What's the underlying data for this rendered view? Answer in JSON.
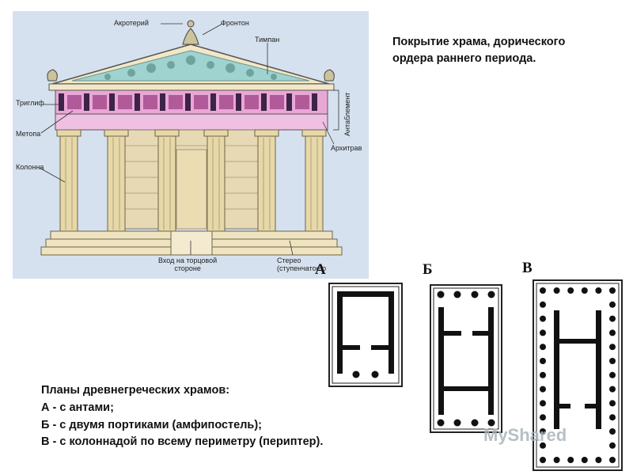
{
  "title": {
    "line1": "Покрытие храма, дорического",
    "line2": "ордера раннего периода."
  },
  "temple_labels": {
    "akroterion": "Акротерий",
    "pediment": "Фронтон",
    "tympanum": "Тимпан",
    "triglyph": "Триглиф",
    "metope": "Метопа",
    "column": "Колонна",
    "entablature": "Антаблемент",
    "architrave": "Архитрав",
    "entrance_line1": "Вход на торцовой",
    "entrance_line2": "стороне",
    "stereobate_line1": "Стерео",
    "stereobate_line2": "(ступенчатое о"
  },
  "plan_letters": {
    "a": "А",
    "b": "Б",
    "v": "В"
  },
  "plans_caption": {
    "line1": "Планы древнегреческих храмов:",
    "line2": "А - с антами;",
    "line3": "Б - с двумя портиками (амфипостель);",
    "line4": "В - с колоннадой по всему периметру (периптер)."
  },
  "watermark": "MyShared",
  "colors": {
    "sky": "#d5e1ee",
    "pediment": "#9fd3cf",
    "frieze": "#e9a7d6",
    "stone": "#ece0bd",
    "text": "#111111"
  }
}
